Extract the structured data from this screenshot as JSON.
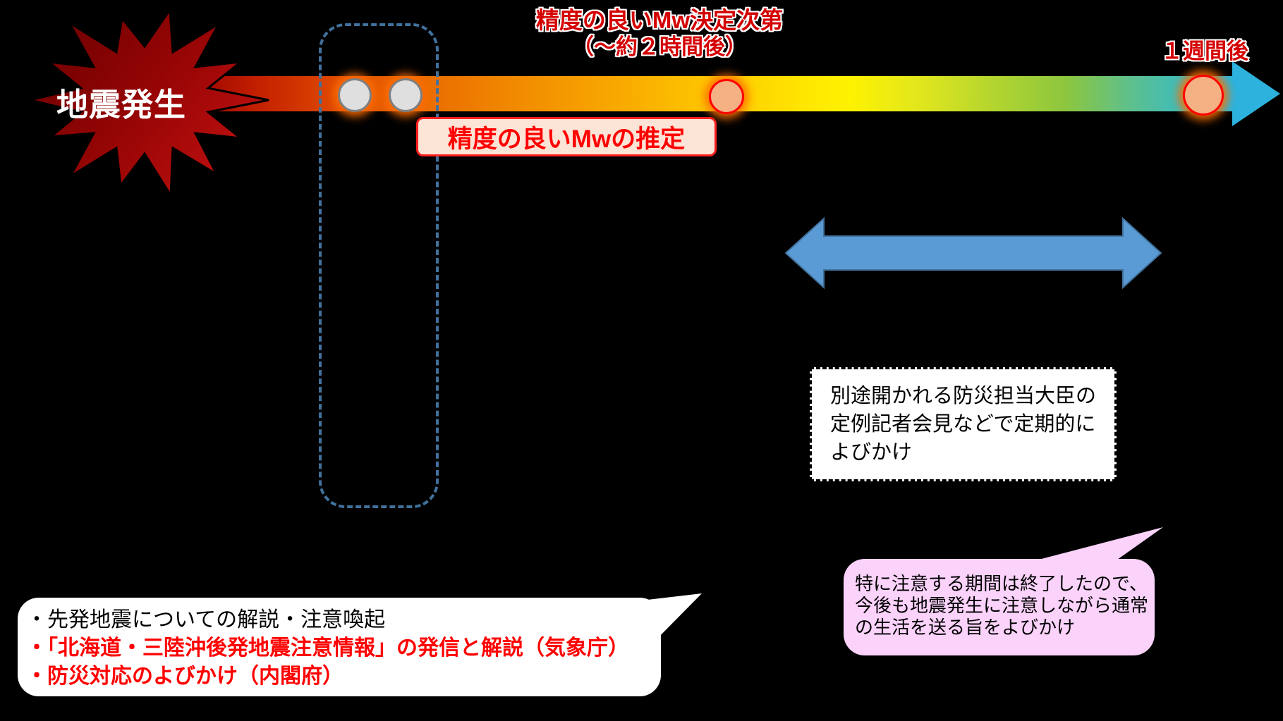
{
  "burst": {
    "label": "地震発生"
  },
  "timeline": {
    "mw_decision_note": {
      "line1": "精度の良いMw決定次第",
      "line2": "（～約２時間後）"
    },
    "one_week_label": "１週間後",
    "mw_estimation_label": "精度の良いMwの推定"
  },
  "callouts": {
    "periodic_briefing": {
      "lines": [
        "別途開かれる防災担当大臣の",
        "定例記者会見などで定期的に",
        "よびかけ"
      ]
    },
    "end_of_period": {
      "lines": [
        "特に注意する期間は終了したので、",
        "今後も地震発生に注意しながら通常",
        "の生活を送る旨をよびかけ"
      ]
    },
    "initial_response": {
      "lines": [
        "・先発地震についての解説・注意喚起",
        "・「北海道・三陸沖後発地震注意情報」の発信と解説（気象庁）",
        "・防災対応のよびかけ（内閣府）"
      ]
    }
  },
  "colors": {
    "background": "#000000",
    "burst_red_dark": "#6e0000",
    "burst_red_light": "#c41212",
    "note_red": "#d40000",
    "bright_red": "#ff0000",
    "steel_blue_dashed": "#41719C",
    "double_arrow_blue": "#5B9BD5",
    "double_arrow_border": "#41719C",
    "arrowhead_cyan": "#2cb2dc",
    "estimation_box_fill": "#FCE4D6",
    "bubble_pink": "#FAD2FA",
    "dot_gray_fill": "#DFDFDF",
    "dot_gray_border": "#7F7F7F",
    "dot_peach_fill": "#F4B183",
    "dot_glow_orange": "#FF6E00",
    "gradient_start": "#9e0500",
    "gradient_mid": "#fec800",
    "gradient_end": "#2cb5d9"
  }
}
